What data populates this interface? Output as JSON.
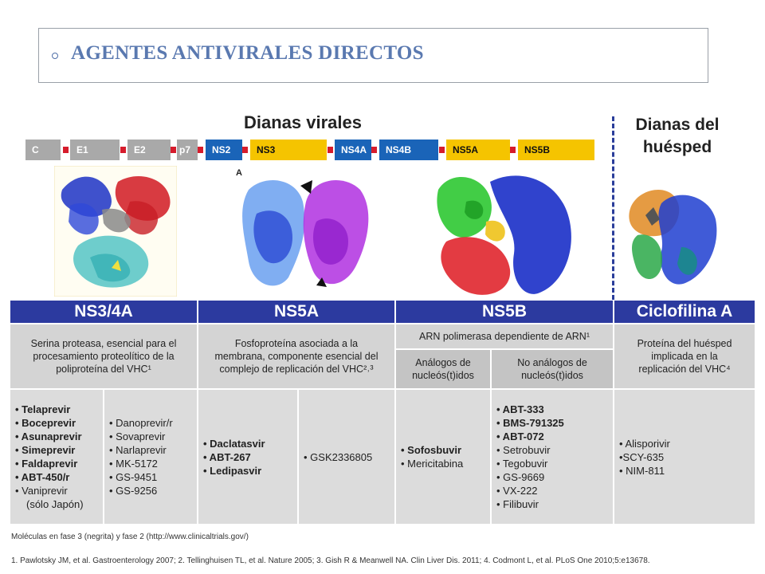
{
  "slide_title": "AGENTES ANTIVIRALES DIRECTOS",
  "headings": {
    "viral": "Dianas virales",
    "host_line1": "Dianas del",
    "host_line2": "huésped"
  },
  "genome": [
    "C",
    "E1",
    "E2",
    "p7",
    "NS2",
    "NS3",
    "NS4A",
    "NS4B",
    "NS5A",
    "NS5B"
  ],
  "panel_label_a": "A",
  "colors": {
    "section_header": "#2c3a9f",
    "genome_blue": "#1a64b8",
    "genome_yellow": "#f5c400",
    "genome_grey": "#a9a9a9",
    "separator_red": "#d61c2c",
    "title": "#5a79b0"
  },
  "sections": {
    "ns34a": {
      "title": "NS3/4A",
      "desc": [
        "Serina proteasa, esencial para el",
        "procesamiento proteolítico de la",
        "poliproteína del VHC¹"
      ],
      "drugs_bold": [
        "• Telaprevir",
        "• Boceprevir",
        "• Asunaprevir",
        "• Simeprevir",
        "• Faldaprevir",
        "• ABT-450/r"
      ],
      "drugs_normal_tail": [
        "• Vaniprevir",
        "(sólo Japón)"
      ],
      "drugs_col2": [
        "• Danoprevir/r",
        "• Sovaprevir",
        "• Narlaprevir",
        "• MK-5172",
        "• GS-9451",
        "• GS-9256"
      ]
    },
    "ns5a": {
      "title": "NS5A",
      "desc": [
        "Fosfoproteína asociada a la",
        "membrana, componente esencial del",
        "complejo de replicación del VHC²˒³"
      ],
      "drugs_bold": [
        "• Daclatasvir",
        "• ABT-267",
        "• Ledipasvir"
      ],
      "drugs_col2": [
        "• GSK2336805"
      ]
    },
    "ns5b": {
      "title": "NS5B",
      "desc": "ARN polimerasa dependiente de ARN¹",
      "sub1": [
        "Análogos de",
        "nucleós(t)idos"
      ],
      "sub2": [
        "No análogos de",
        "nucleós(t)idos"
      ],
      "drugs_col1_bold": [
        "• Sofosbuvir"
      ],
      "drugs_col1_normal": [
        "• Mericitabina"
      ],
      "drugs_col2_bold": [
        "• ABT-333",
        "• BMS-791325",
        "• ABT-072"
      ],
      "drugs_col2_normal": [
        "• Setrobuvir",
        "• Tegobuvir",
        "• GS-9669",
        "• VX-222",
        "• Filibuvir"
      ]
    },
    "cyclophilin": {
      "title": "Ciclofilina A",
      "desc": [
        "Proteína del huésped",
        "implicada en la",
        "replicación del VHC⁴"
      ],
      "drugs": [
        "• Alisporivir",
        "•SCY-635",
        "• NIM-811"
      ]
    }
  },
  "footnote": "Moléculas en fase 3 (negrita) y fase 2 (http://www.clinicaltrials.gov/)",
  "references": "1. Pawlotsky JM, et al. Gastroenterology 2007; 2. Tellinghuisen TL, et al. Nature 2005; 3. Gish R & Meanwell NA. Clin Liver Dis. 2011; 4. Codmont L, et al. PLoS One 2010;5:e13678."
}
